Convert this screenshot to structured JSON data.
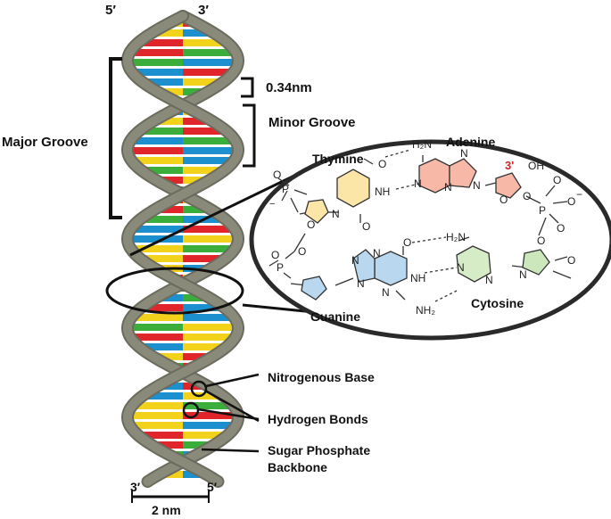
{
  "colors": {
    "backbone": "#8a8a7a",
    "backbone_shade": "#6b6b5e",
    "red": "#e0252b",
    "yellow": "#f2d21b",
    "blue": "#1c8fcf",
    "green": "#3aad3a",
    "thymine": "#fbe6a8",
    "adenine": "#f7b8a8",
    "guanine": "#b9d7ef",
    "cytosine": "#d6ecc6",
    "sugar": "#fbe6a8",
    "sugar_blue": "#b9d7ef",
    "sugar_green": "#cde7bd",
    "sugar_red": "#f7b8a8",
    "accent_3prime": "#d1242a"
  },
  "labels": {
    "top_left_end": "5′",
    "top_right_end": "3′",
    "bottom_left_end": "3′",
    "bottom_right_end": "5′",
    "major_groove": "Major Groove",
    "rise": "0.34nm",
    "minor_groove": "Minor Groove",
    "nitrogenous_base": "Nitrogenous Base",
    "hydrogen_bonds": "Hydrogen Bonds",
    "backbone_line1": "Sugar Phosphate",
    "backbone_line2": "Backbone",
    "width": "2 nm"
  },
  "inset": {
    "thymine": "Thymine",
    "adenine": "Adenine",
    "guanine": "Guanine",
    "cytosine": "Cytosine",
    "three_prime": "3'",
    "oh": "OH",
    "h2n_top": "H₂N",
    "h2n_mid": "H₂N",
    "nh2_bottom": "NH₂",
    "nh_thy": "NH",
    "nh_gua": "NH",
    "p_left_top": "P",
    "p_left_bottom": "P",
    "p_right": "P",
    "o_marks": [
      "O",
      "O",
      "O",
      "O",
      "O",
      "O",
      "O",
      "O",
      "O",
      "O",
      "O",
      "O",
      "O",
      "O"
    ],
    "n_marks": [
      "N",
      "N",
      "N",
      "N",
      "N",
      "N",
      "N",
      "N",
      "N",
      "N",
      "N",
      "N"
    ],
    "minus_marks": [
      "−",
      "−",
      "−"
    ]
  }
}
